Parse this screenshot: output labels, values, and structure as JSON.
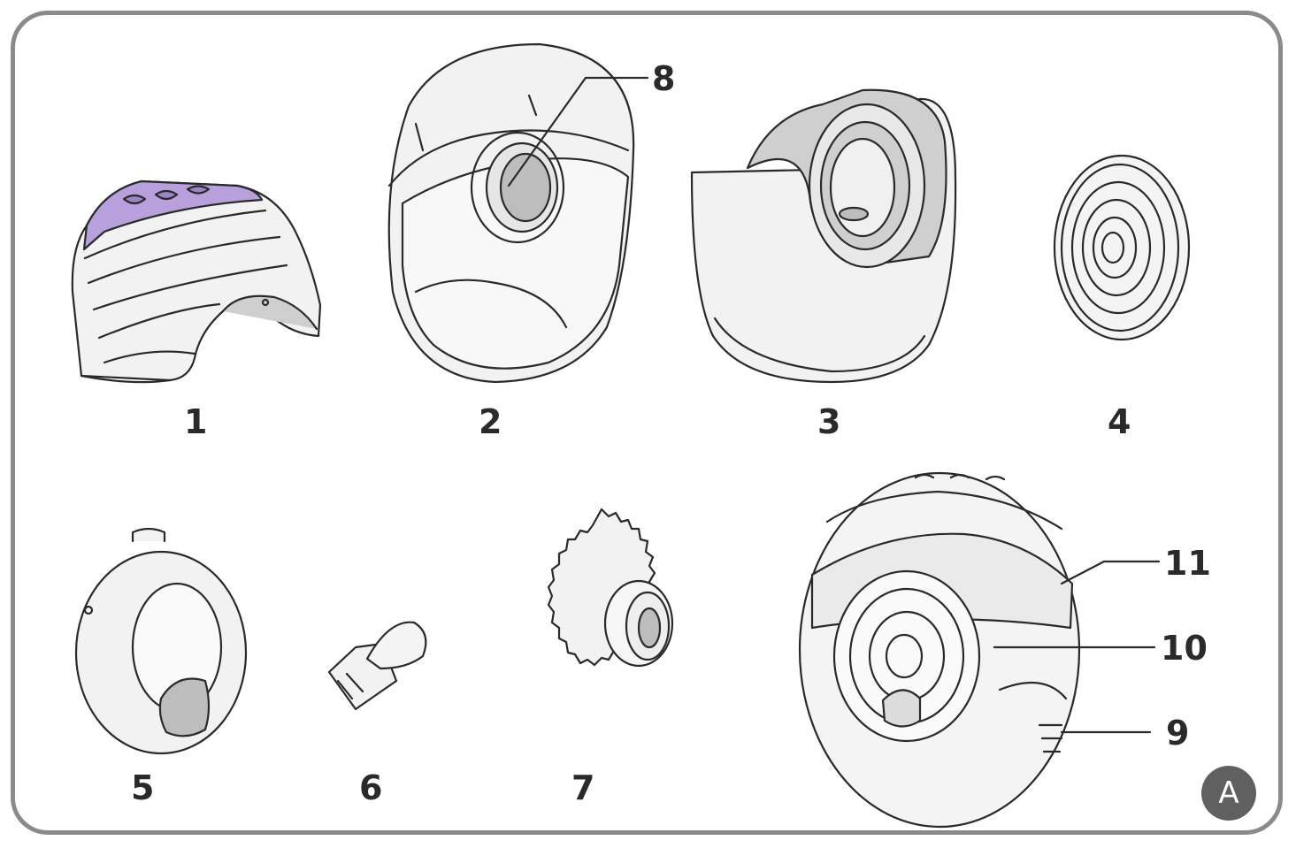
{
  "labels": {
    "part_1": "1",
    "part_2": "2",
    "part_3": "3",
    "part_4": "4",
    "part_5": "5",
    "part_6": "6",
    "part_7": "7",
    "callout_8": "8",
    "callout_9": "9",
    "callout_10": "10",
    "callout_11": "11"
  },
  "badge": "A",
  "colors": {
    "frame": "#8a8a8a",
    "outline": "#2a2a2a",
    "body_fill": "#f2f2f2",
    "shade_fill": "#cfcfcf",
    "accent_purple": "#b7a0dc",
    "badge_fill": "#606060"
  }
}
